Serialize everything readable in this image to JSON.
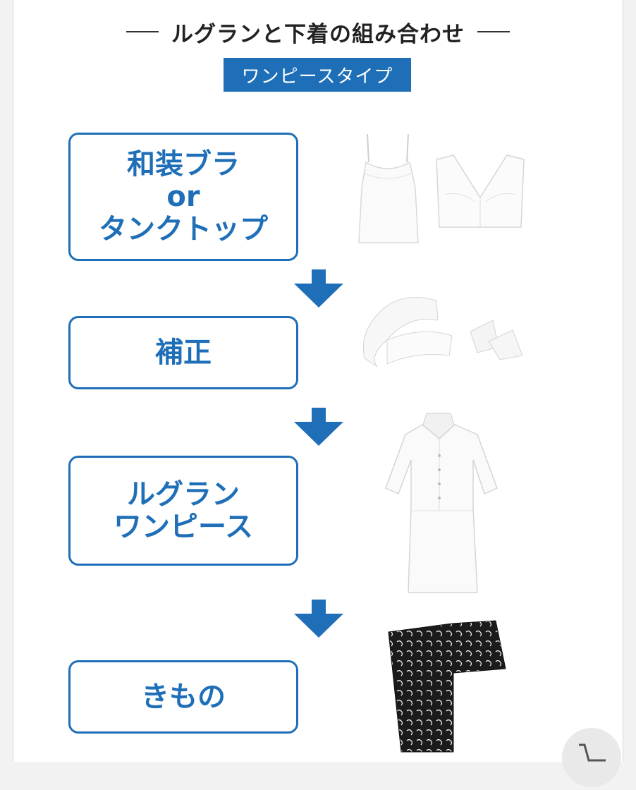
{
  "header": {
    "title": "ルグランと下着の組み合わせ",
    "badge": "ワンピースタイプ"
  },
  "steps": [
    {
      "lines": [
        "和装ブラ",
        "or",
        "タンクトップ"
      ]
    },
    {
      "lines": [
        "補正"
      ]
    },
    {
      "lines": [
        "ルグラン",
        "ワンピース"
      ]
    },
    {
      "lines": [
        "きもの"
      ]
    }
  ],
  "colors": {
    "accent": "#1f6fb8",
    "title_text": "#222222"
  },
  "icons": [
    "down-arrow-icon",
    "cart-icon"
  ]
}
